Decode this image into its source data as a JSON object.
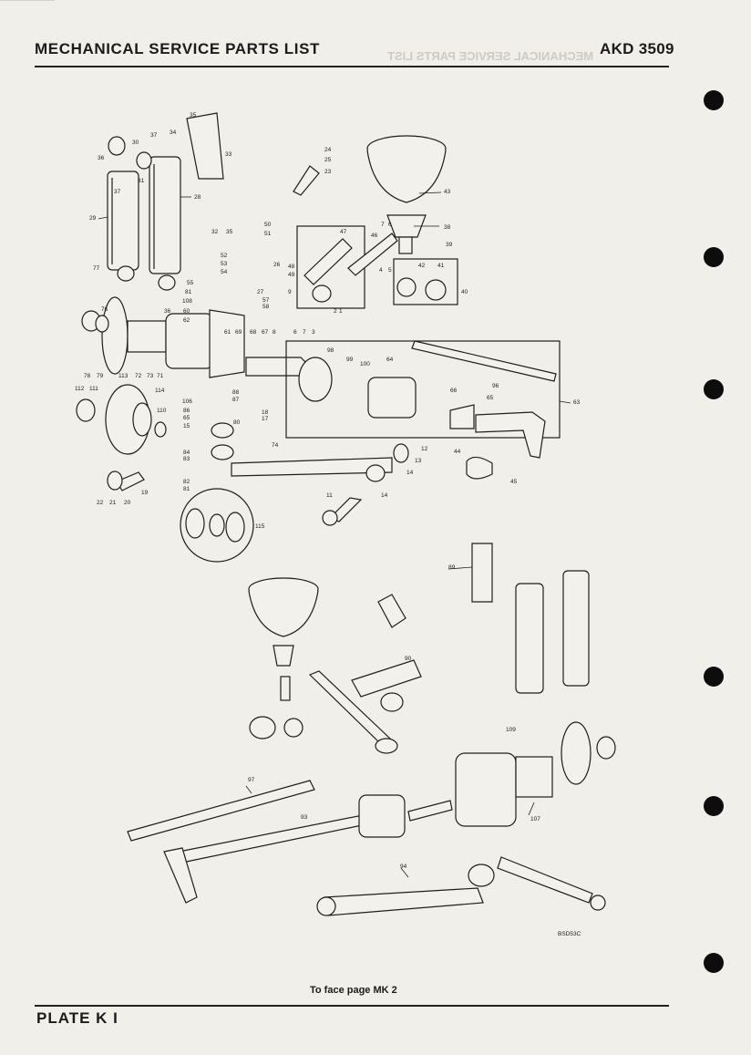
{
  "header": {
    "title": "MECHANICAL SERVICE PARTS LIST",
    "code": "AKD 3509"
  },
  "caption": "To face page MK 2",
  "plate": "PLATE K I",
  "ghost_text": {
    "reversed_header": "MECHANICAL SERVICE PARTS LIST"
  },
  "drawing_ref": "BSD53C",
  "part_numbers_upper": [
    "35",
    "33",
    "34",
    "37",
    "30",
    "36",
    "31",
    "37",
    "28",
    "29",
    "24",
    "25",
    "23",
    "43",
    "38",
    "7",
    "6",
    "39",
    "42",
    "41",
    "40",
    "50",
    "51",
    "47",
    "46",
    "32",
    "35",
    "52",
    "53",
    "54",
    "48",
    "49",
    "5",
    "4",
    "77",
    "55",
    "81",
    "108",
    "60",
    "62",
    "27",
    "57",
    "58",
    "9",
    "2",
    "1",
    "8",
    "6",
    "7",
    "3",
    "78",
    "79",
    "72",
    "113",
    "73",
    "71",
    "69",
    "68",
    "67",
    "61",
    "98",
    "64",
    "99",
    "100",
    "96",
    "112",
    "111",
    "114",
    "110",
    "106",
    "86",
    "65",
    "15",
    "88",
    "87",
    "80",
    "18",
    "17",
    "66",
    "63",
    "65",
    "84",
    "83",
    "74",
    "12",
    "13",
    "14",
    "44",
    "45",
    "82",
    "81",
    "22",
    "21",
    "20",
    "19",
    "11",
    "14",
    "115",
    "76",
    "36",
    "26"
  ],
  "part_numbers_lower": [
    "89",
    "90",
    "109",
    "97",
    "93",
    "107",
    "94"
  ]
}
